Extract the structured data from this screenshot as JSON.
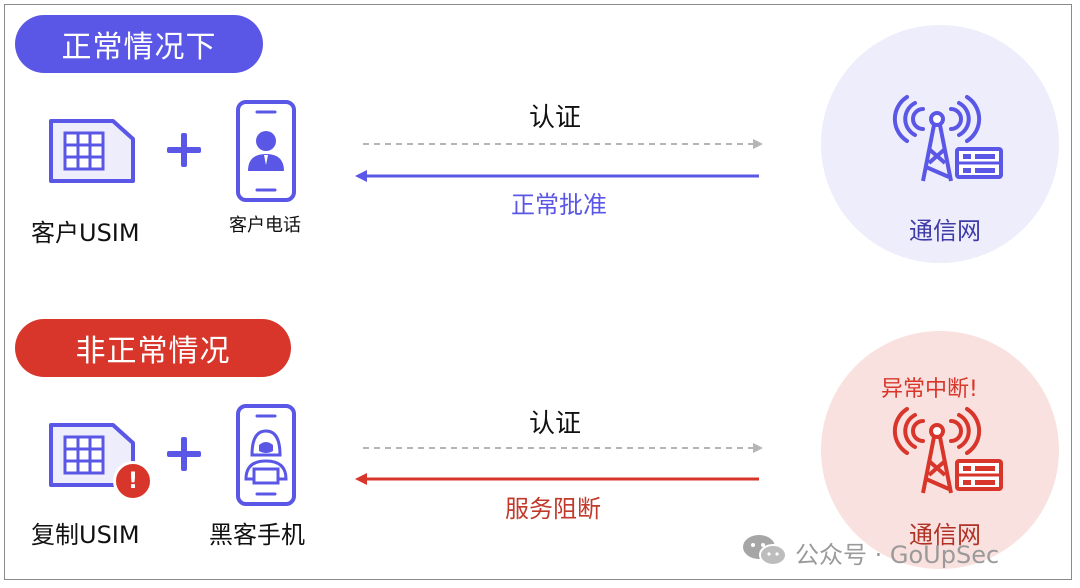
{
  "normal_case": {
    "title": "正常情况下",
    "sim_label": "客户USIM",
    "phone_label": "客户电话",
    "auth_label": "认证",
    "response_label": "正常批准",
    "network_label": "通信网"
  },
  "abnormal_case": {
    "title": "非正常情况",
    "sim_label": "复制USIM",
    "phone_label": "黑客手机",
    "auth_label": "认证",
    "response_label": "服务阻断",
    "network_label": "通信网",
    "alert_label": "异常中断!",
    "warning_badge": "!"
  },
  "watermark": {
    "text": "公众号 · GoUpSec"
  },
  "colors": {
    "normal_accent": "#5b57e6",
    "abnormal_accent": "#d8362a",
    "normal_circle": "#eeedfb",
    "abnormal_circle": "#f9e1df",
    "dashed_arrow": "#b5b5b5"
  },
  "icons": {
    "sim": "sim-card-icon",
    "phone_user": "phone-user-icon",
    "phone_hacker": "phone-hacker-icon",
    "tower": "cell-tower-icon",
    "plus": "plus-icon",
    "warning": "warning-badge-icon",
    "wechat": "wechat-icon"
  }
}
